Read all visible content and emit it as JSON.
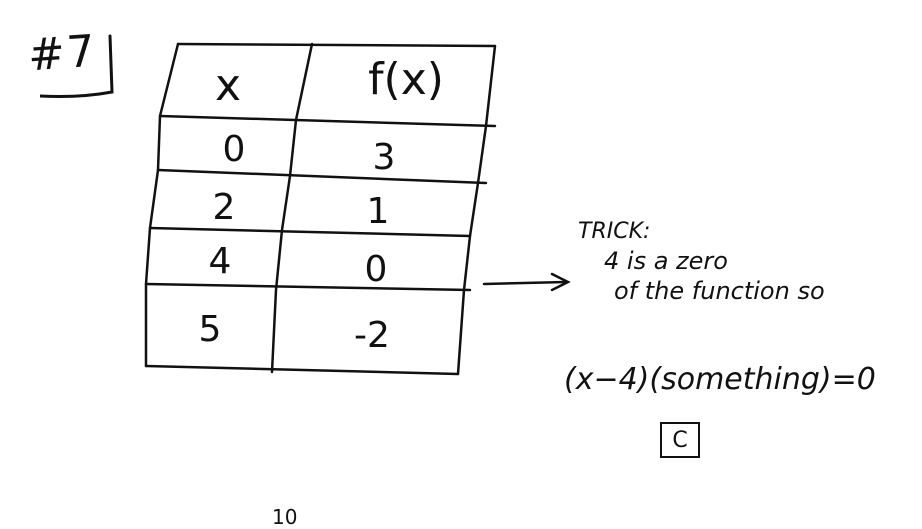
{
  "problem": {
    "label": "#7"
  },
  "table": {
    "headers": [
      "x",
      "f(x)"
    ],
    "rows": [
      [
        "0",
        "3"
      ],
      [
        "2",
        "1"
      ],
      [
        "4",
        "0"
      ],
      [
        "5",
        "-2"
      ]
    ]
  },
  "note": {
    "line1": "TRICK:",
    "line2": "4 is a zero",
    "line3": "of the function so"
  },
  "equation": "(x−4)(something)=0",
  "answer": "C",
  "footer_mark": "10"
}
